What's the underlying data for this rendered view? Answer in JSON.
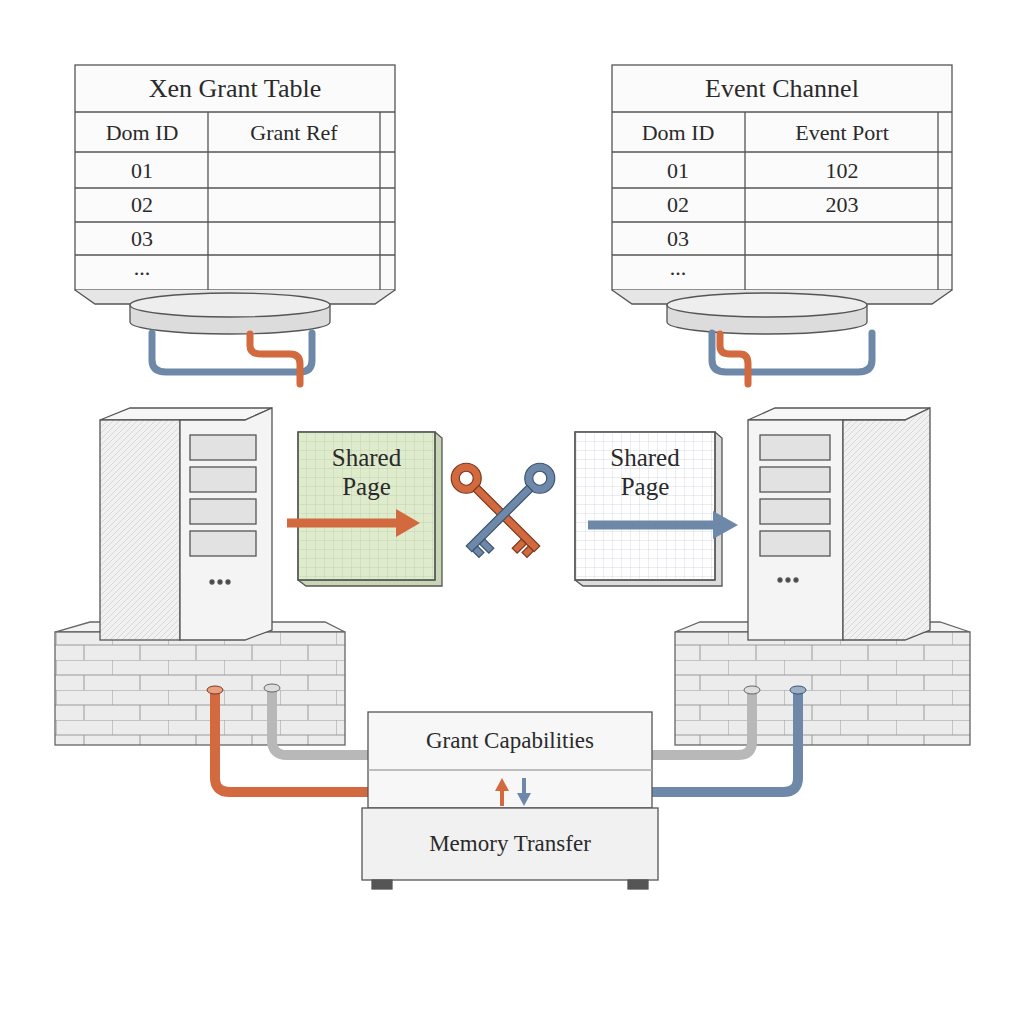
{
  "diagram": {
    "nodes": [
      {
        "text": [
          "Xen Grant Table"
        ]
      },
      {
        "text": [
          "Event Channel"
        ]
      },
      {
        "text": [
          "Shared Page"
        ]
      },
      {
        "text": [
          "Shared Page"
        ]
      },
      {
        "text": [
          "Grant Capabilities"
        ]
      },
      {
        "text": [
          "Memory Transfer"
        ]
      }
    ],
    "labels": [
      "Dom ID",
      "Grant Ref",
      "01",
      "02",
      "03",
      "...",
      "Dom ID",
      "Event Port",
      "01",
      "102",
      "02",
      "203",
      "03",
      "..."
    ]
  }
}
